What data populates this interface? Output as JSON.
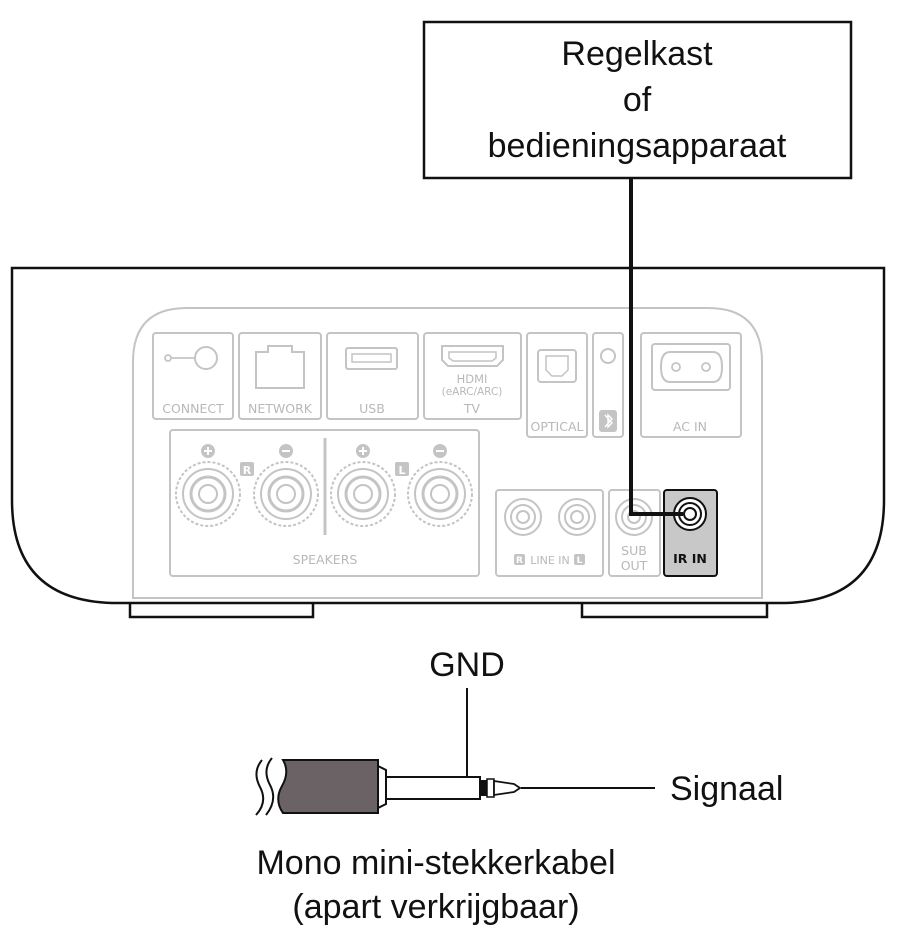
{
  "controller_box": {
    "line1": "Regelkast",
    "line2": "of",
    "line3": "bedieningsapparaat"
  },
  "ports": {
    "connect": "CONNECT",
    "network": "NETWORK",
    "usb": "USB",
    "hdmi_line1": "HDMI",
    "hdmi_line2": "(eARC/ARC)",
    "hdmi_line3": "TV",
    "optical": "OPTICAL",
    "ac_in": "AC IN",
    "speakers": "SPEAKERS",
    "speaker_r": "R",
    "speaker_l": "L",
    "line_in_r": "R",
    "line_in": "LINE IN",
    "line_in_l": "L",
    "sub_line1": "SUB",
    "sub_line2": "OUT",
    "ir_in": "IR IN"
  },
  "plug_labels": {
    "gnd": "GND",
    "signal": "Signaal"
  },
  "caption": {
    "line1": "Mono mini-stekkerkabel",
    "line2": "(apart verkrijgbaar)"
  },
  "colors": {
    "line": "#111111",
    "panel_gray": "#c4c4c4",
    "ir_highlight": "#c8c8c8",
    "cable_body": "#6b6266"
  }
}
